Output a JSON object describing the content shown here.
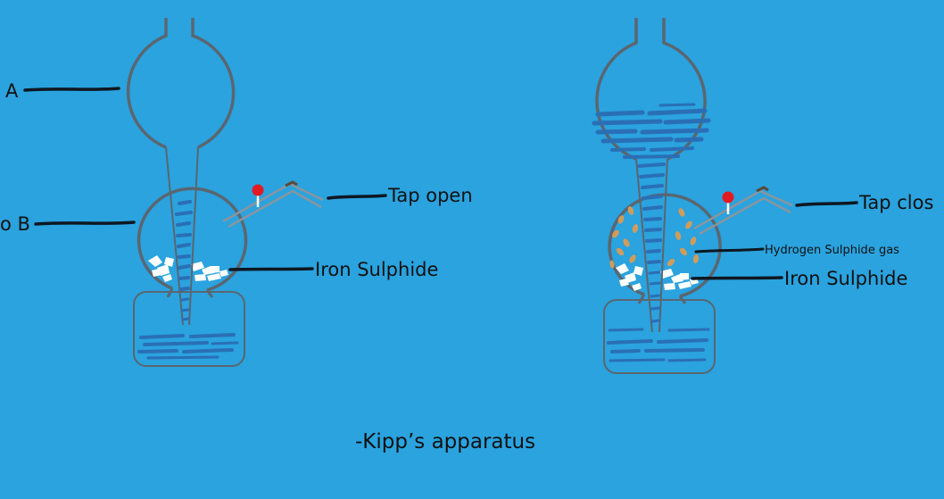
{
  "colors": {
    "background": "#2aa3df",
    "glass": "#5a6670",
    "liquid": "#2a6fb5",
    "solid": "#ffffff",
    "gas": "#d19c5a",
    "tap_knob": "#e21b23",
    "pointer": "#0e1720"
  },
  "left_apparatus": {
    "label_a": "A",
    "label_b": "o B",
    "tap_label": "Tap open",
    "solid_label": "Iron Sulphide"
  },
  "right_apparatus": {
    "tap_label": "Tap clos",
    "gas_label": "Hydrogen Sulphide gas",
    "solid_label": "Iron Sulphide"
  },
  "caption": "-Kipp’s apparatus"
}
